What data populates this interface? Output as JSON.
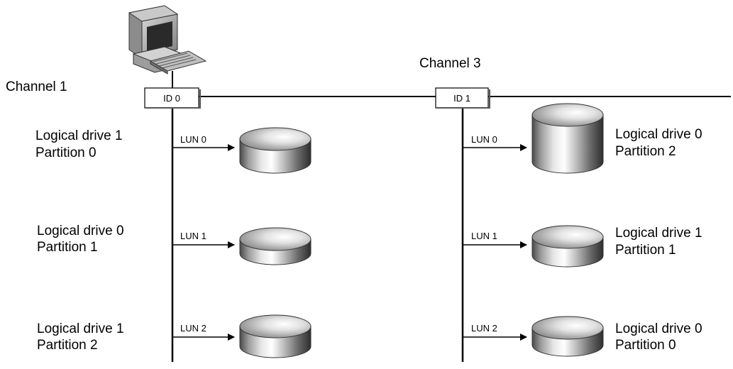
{
  "channels": [
    {
      "label": "Channel 1",
      "id_label": "ID 0",
      "luns": [
        {
          "lun": "LUN 0",
          "drive": "Logical drive 1",
          "partition": "Partition 0"
        },
        {
          "lun": "LUN 1",
          "drive": "Logical drive 0",
          "partition": "Partition 1"
        },
        {
          "lun": "LUN 2",
          "drive": "Logical drive 1",
          "partition": "Partition 2"
        }
      ]
    },
    {
      "label": "Channel 3",
      "id_label": "ID 1",
      "luns": [
        {
          "lun": "LUN 0",
          "drive": "Logical drive 0",
          "partition": "Partition 2"
        },
        {
          "lun": "LUN 1",
          "drive": "Logical drive 1",
          "partition": "Partition 1"
        },
        {
          "lun": "LUN 2",
          "drive": "Logical drive 0",
          "partition": "Partition 0"
        }
      ]
    }
  ],
  "icons": {
    "host": "computer-icon",
    "disk": "disk-drive-icon"
  }
}
